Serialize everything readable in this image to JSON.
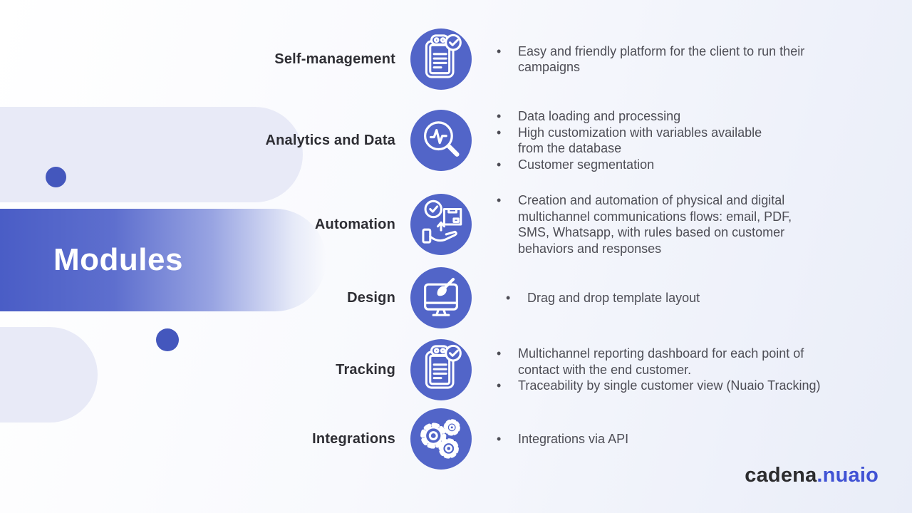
{
  "title": "Modules",
  "logo": {
    "part1": "cadena",
    "part2": ".nuaio"
  },
  "colors": {
    "accent_circle": "#5265c8",
    "deep_blue": "#4457bd",
    "bar_gradient_start": "#4a5dc6",
    "lavender_shape": "#e8eaf7",
    "logo_dark": "#2c2c2e",
    "logo_blue": "#4052d4"
  },
  "modules": [
    {
      "label": "Self-management",
      "icon": "clipboard-check-icon",
      "bullets": [
        "Easy and friendly platform for the client to run their\ncampaigns"
      ]
    },
    {
      "label": "Analytics and Data",
      "icon": "magnifier-pulse-icon",
      "bullets": [
        "Data loading and processing",
        "High customization with variables available\nfrom the database",
        "Customer segmentation"
      ]
    },
    {
      "label": "Automation",
      "icon": "hand-delivery-check-icon",
      "bullets": [
        "Creation and automation of physical and digital\nmultichannel communications flows: email, PDF,\nSMS, Whatsapp, with rules based on customer\nbehaviors and responses"
      ]
    },
    {
      "label": "Design",
      "icon": "monitor-brush-icon",
      "bullets": [
        "Drag and drop template layout"
      ]
    },
    {
      "label": "Tracking",
      "icon": "clipboard-check-icon",
      "bullets": [
        "Multichannel reporting dashboard for each point of\ncontact with the end customer.",
        "Traceability by single customer view (Nuaio Tracking)"
      ]
    },
    {
      "label": "Integrations",
      "icon": "gears-icon",
      "bullets": [
        "Integrations via API"
      ]
    }
  ]
}
